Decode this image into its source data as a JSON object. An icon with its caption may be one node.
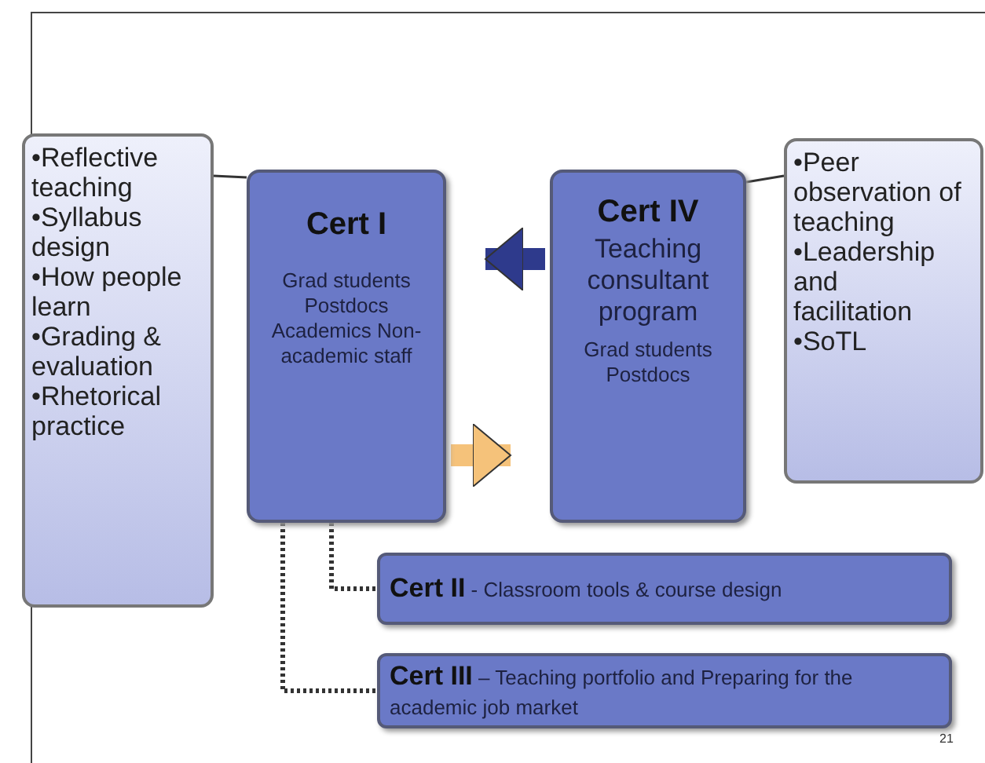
{
  "diagram": {
    "nodes": [
      {
        "text": [
          "•Reflective teaching",
          "•Syllabus design",
          "•How people learn",
          "•Grading & evaluation",
          "•Rhetorical practice"
        ]
      },
      {
        "text": [
          "Cert I",
          "Grad students Postdocs Academics Non-academic staff"
        ]
      },
      {
        "text": [
          "Cert IV",
          "Teaching consultant program",
          "Grad students Postdocs"
        ]
      },
      {
        "text": [
          "•Peer observation of teaching",
          "•Leadership and facilitation",
          "•SoTL"
        ]
      },
      {
        "text": [
          "**Cert II** - Classroom tools & course design"
        ]
      },
      {
        "text": [
          "**Cert III** – Teaching portfolio and Preparing for the academic job market"
        ]
      }
    ],
    "edges": [
      {
        "from": 0,
        "to": 1,
        "arrow": "none"
      },
      {
        "from": 3,
        "to": 2,
        "arrow": "none"
      },
      {
        "from": 2,
        "to": 1,
        "arrow": "to",
        "style": "thick",
        "color": "#2e3a8c"
      },
      {
        "from": 1,
        "to": 2,
        "arrow": "to",
        "style": "thick",
        "color": "#f5c27a"
      },
      {
        "from": 1,
        "to": 4,
        "arrow": "none",
        "style": "dashed"
      },
      {
        "from": 1,
        "to": 5,
        "arrow": "none",
        "style": "dashed"
      }
    ],
    "labels": [
      "21"
    ]
  }
}
